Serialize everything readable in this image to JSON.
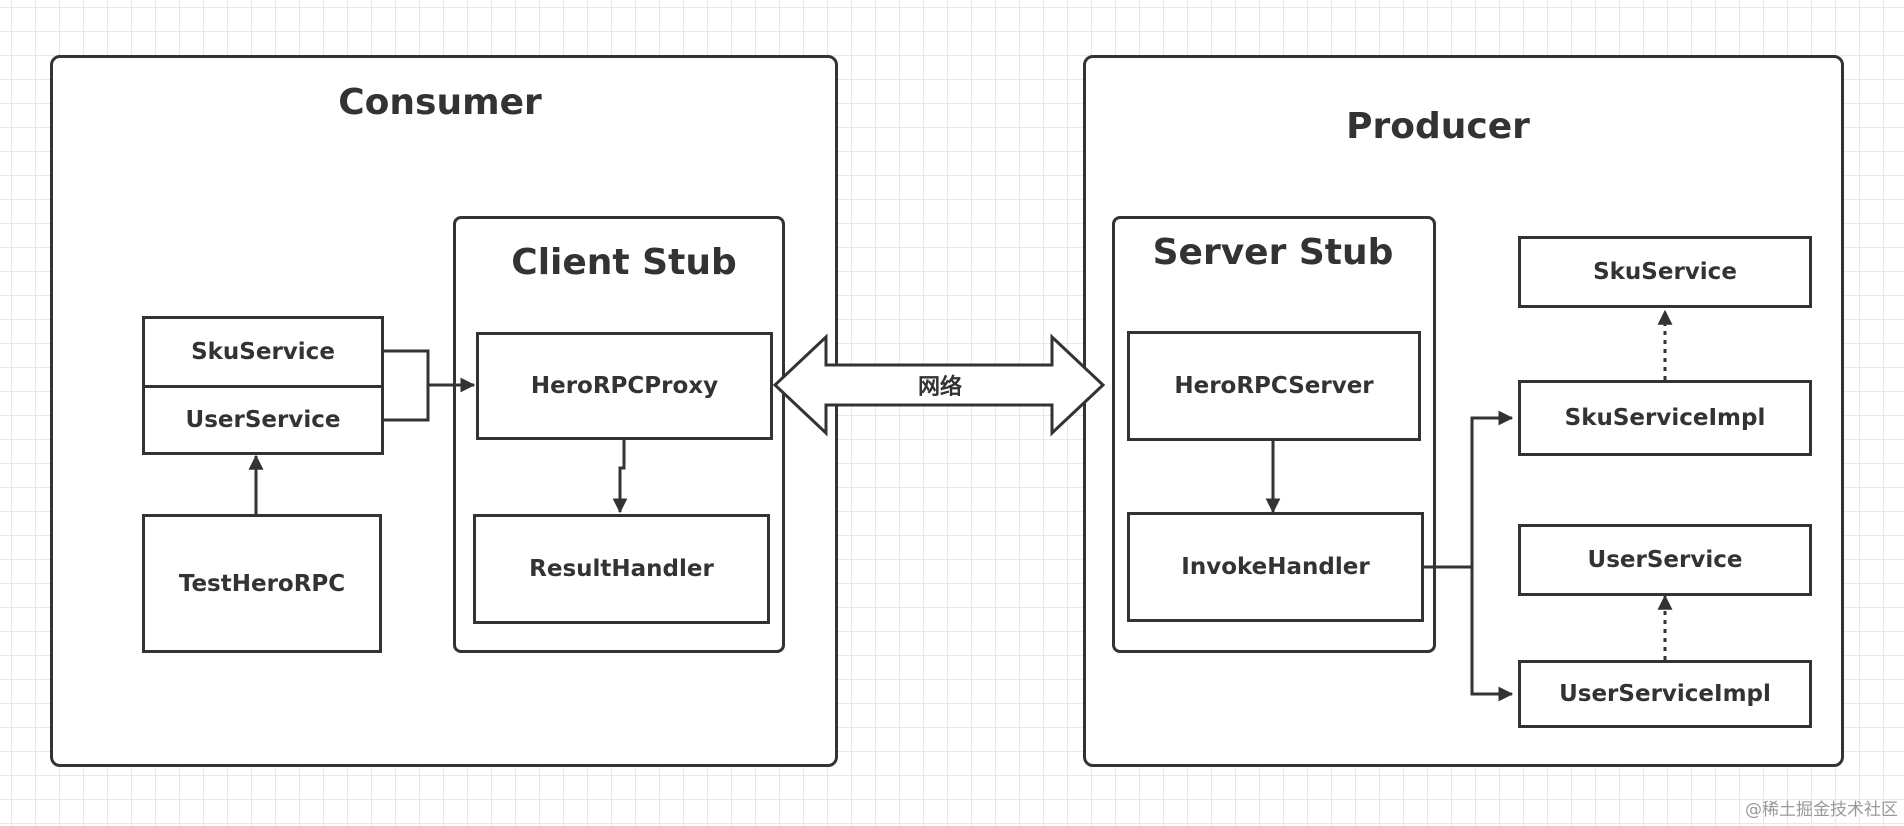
{
  "consumer": {
    "title": "Consumer",
    "client_stub": {
      "title": "Client Stub",
      "proxy": "HeroRPCProxy",
      "result_handler": "ResultHandler"
    },
    "interfaces": {
      "sku": "SkuService",
      "user": "UserService"
    },
    "test": "TestHeroRPC"
  },
  "network": {
    "label": "网络"
  },
  "producer": {
    "title": "Producer",
    "server_stub": {
      "title": "Server Stub",
      "server": "HeroRPCServer",
      "invoke_handler": "InvokeHandler"
    },
    "services": {
      "sku_service": "SkuService",
      "sku_impl": "SkuServiceImpl",
      "user_service": "UserService",
      "user_impl": "UserServiceImpl"
    }
  },
  "watermark": "@稀土掘金技术社区"
}
